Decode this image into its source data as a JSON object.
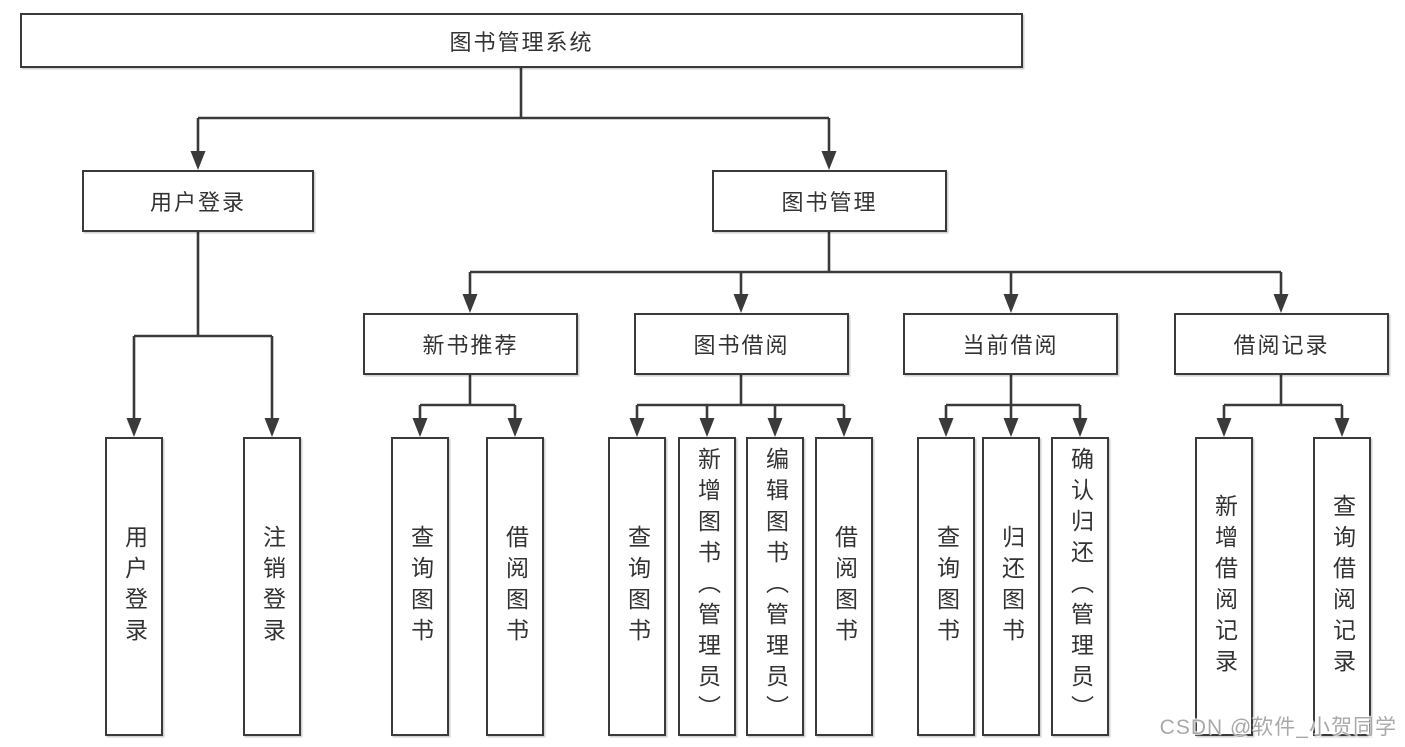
{
  "diagram": {
    "root": {
      "label": "图书管理系统"
    },
    "branches": [
      {
        "label": "用户登录",
        "children": [
          {
            "label": "用户登录"
          },
          {
            "label": "注销登录"
          }
        ]
      },
      {
        "label": "图书管理",
        "children": [
          {
            "label": "新书推荐",
            "children": [
              {
                "label": "查询图书"
              },
              {
                "label": "借阅图书"
              }
            ]
          },
          {
            "label": "图书借阅",
            "children": [
              {
                "label": "查询图书"
              },
              {
                "label": "新增图书（管理员）"
              },
              {
                "label": "编辑图书（管理员）"
              },
              {
                "label": "借阅图书"
              }
            ]
          },
          {
            "label": "当前借阅",
            "children": [
              {
                "label": "查询图书"
              },
              {
                "label": "归还图书"
              },
              {
                "label": "确认归还（管理员）"
              }
            ]
          },
          {
            "label": "借阅记录",
            "children": [
              {
                "label": "新增借阅记录"
              },
              {
                "label": "查询借阅记录"
              }
            ]
          }
        ]
      }
    ]
  },
  "watermark": {
    "text": "CSDN @软件_小贺同学"
  },
  "colors": {
    "line": "#3a3a3a",
    "text": "#333333",
    "watermark": "#a9a9a9",
    "background": "#ffffff"
  }
}
